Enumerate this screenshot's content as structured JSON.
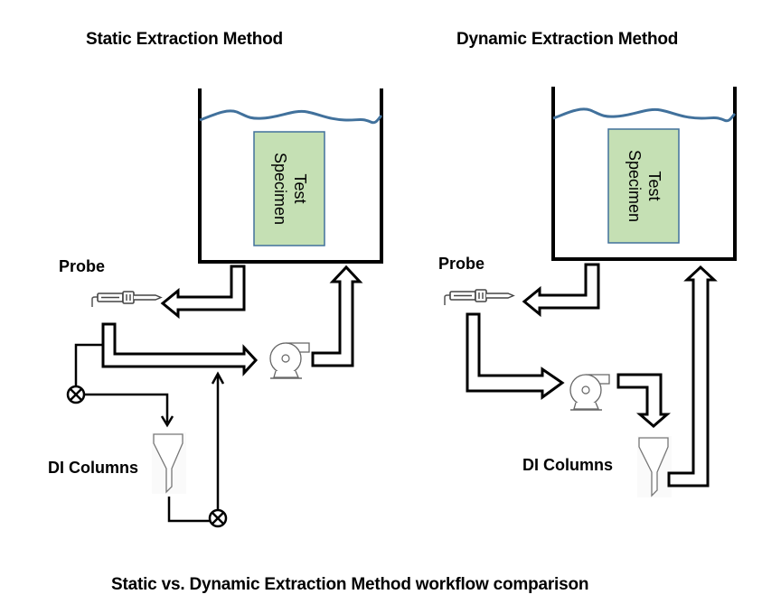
{
  "panels": {
    "static": {
      "title": "Static Extraction Method",
      "specimen_line1": "Test",
      "specimen_line2": "Specimen",
      "probe_label": "Probe",
      "columns_label": "DI Columns",
      "components": [
        "tank",
        "water-surface",
        "test-specimen",
        "probe",
        "pump",
        "valve",
        "valve",
        "di-column"
      ]
    },
    "dynamic": {
      "title": "Dynamic Extraction Method",
      "specimen_line1": "Test",
      "specimen_line2": "Specimen",
      "probe_label": "Probe",
      "columns_label": "DI Columns",
      "components": [
        "tank",
        "water-surface",
        "test-specimen",
        "probe",
        "pump",
        "di-column"
      ]
    }
  },
  "caption": "Static vs. Dynamic Extraction Method workflow comparison",
  "colors": {
    "water": "#41719c",
    "specimen_fill": "#c5e0b4",
    "specimen_border": "#41719c",
    "line": "#000000",
    "icon_stroke": "#555555"
  }
}
